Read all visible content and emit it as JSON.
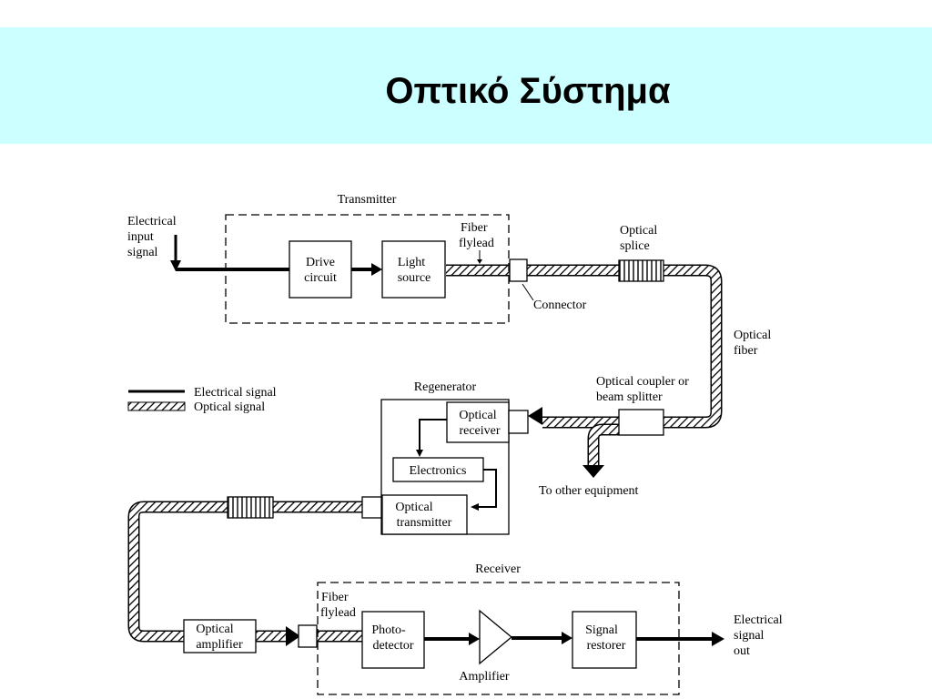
{
  "slide": {
    "title": "Οπτικό Σύστημα"
  },
  "labels": {
    "transmitter": "Transmitter",
    "electrical_input": [
      "Electrical",
      "input",
      "signal"
    ],
    "drive_circuit": [
      "Drive",
      "circuit"
    ],
    "light_source": [
      "Light",
      "source"
    ],
    "fiber_flylead_tx": [
      "Fiber",
      "flylead"
    ],
    "connector": "Connector",
    "optical_splice": [
      "Optical",
      "splice"
    ],
    "optical_fiber": [
      "Optical",
      "fiber"
    ],
    "legend_electrical": "Electrical signal",
    "legend_optical": "Optical signal",
    "regenerator": "Regenerator",
    "optical_receiver": [
      "Optical",
      "receiver"
    ],
    "electronics": "Electronics",
    "optical_transmitter": [
      "Optical",
      "transmitter"
    ],
    "coupler": [
      "Optical coupler or",
      "beam splitter"
    ],
    "other_equipment": "To other equipment",
    "receiver": "Receiver",
    "fiber_flylead_rx": [
      "Fiber",
      "flylead"
    ],
    "optical_amplifier": [
      "Optical",
      "amplifier"
    ],
    "photodetector": [
      "Photo-",
      "detector"
    ],
    "amplifier": "Amplifier",
    "signal_restorer": [
      "Signal",
      "restorer"
    ],
    "electrical_out": [
      "Electrical",
      "signal",
      "out"
    ]
  }
}
